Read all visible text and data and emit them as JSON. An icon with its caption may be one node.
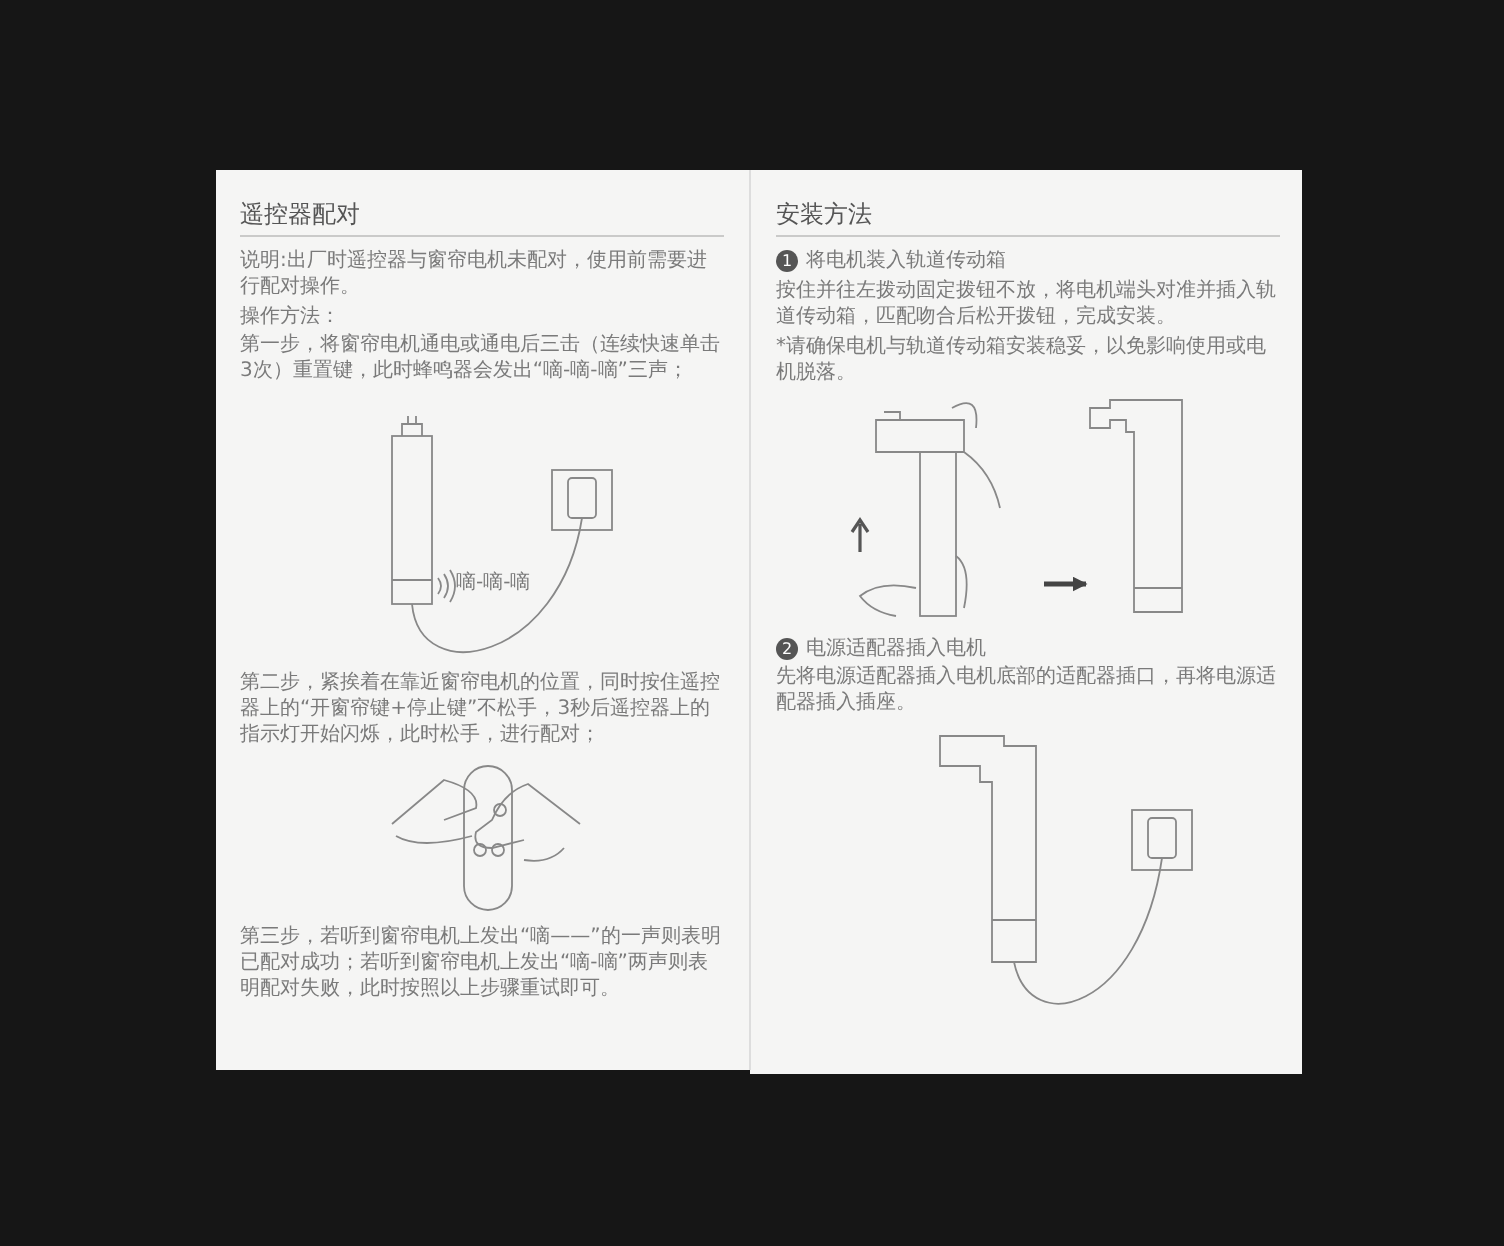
{
  "diagram": {
    "nodes": [
      {
        "text": [],
        "shape": "picture"
      },
      {
        "text": [],
        "shape": "picture"
      }
    ],
    "edges": [
      {
        "from": 0,
        "to": 1,
        "arrow": "to"
      }
    ],
    "labels": [
      "遥控器配对",
      "说明:出厂时遥控器与窗帘电机未配对，使用前需要进行配对操作。",
      "操作方法：",
      "第一步，将窗帘电机通电或通电后三击（连续快速单击3次）重置键，此时蜂鸣器会发出“嘀-嘀-嘀”三声；",
      "嘀-嘀-嘀",
      "第二步，紧挨着在靠近窗帘电机的位置，同时按住遥控器上的“开窗帘键+停止键”不松手，3秒后遥控器上的指示灯开始闪烁，此时松手，进行配对；",
      "第三步，若听到窗帘电机上发出“嘀——”的一声则表明已配对成功；若听到窗帘电机上发出“嘀-嘀”两声则表明配对失败，此时按照以上步骤重试即可。",
      "安装方法",
      "1",
      "将电机装入轨道传动箱",
      "按住并往左拨动固定拨钮不放，将电机端头对准并插入轨道传动箱，匹配吻合后松开拨钮，完成安装。",
      "*请确保电机与轨道传动箱安装稳妥，以免影响使用或电机脱落。",
      "2",
      "电源适配器插入电机",
      "先将电源适配器插入电机底部的适配器插口，再将电源适配器插入插座。"
    ]
  }
}
